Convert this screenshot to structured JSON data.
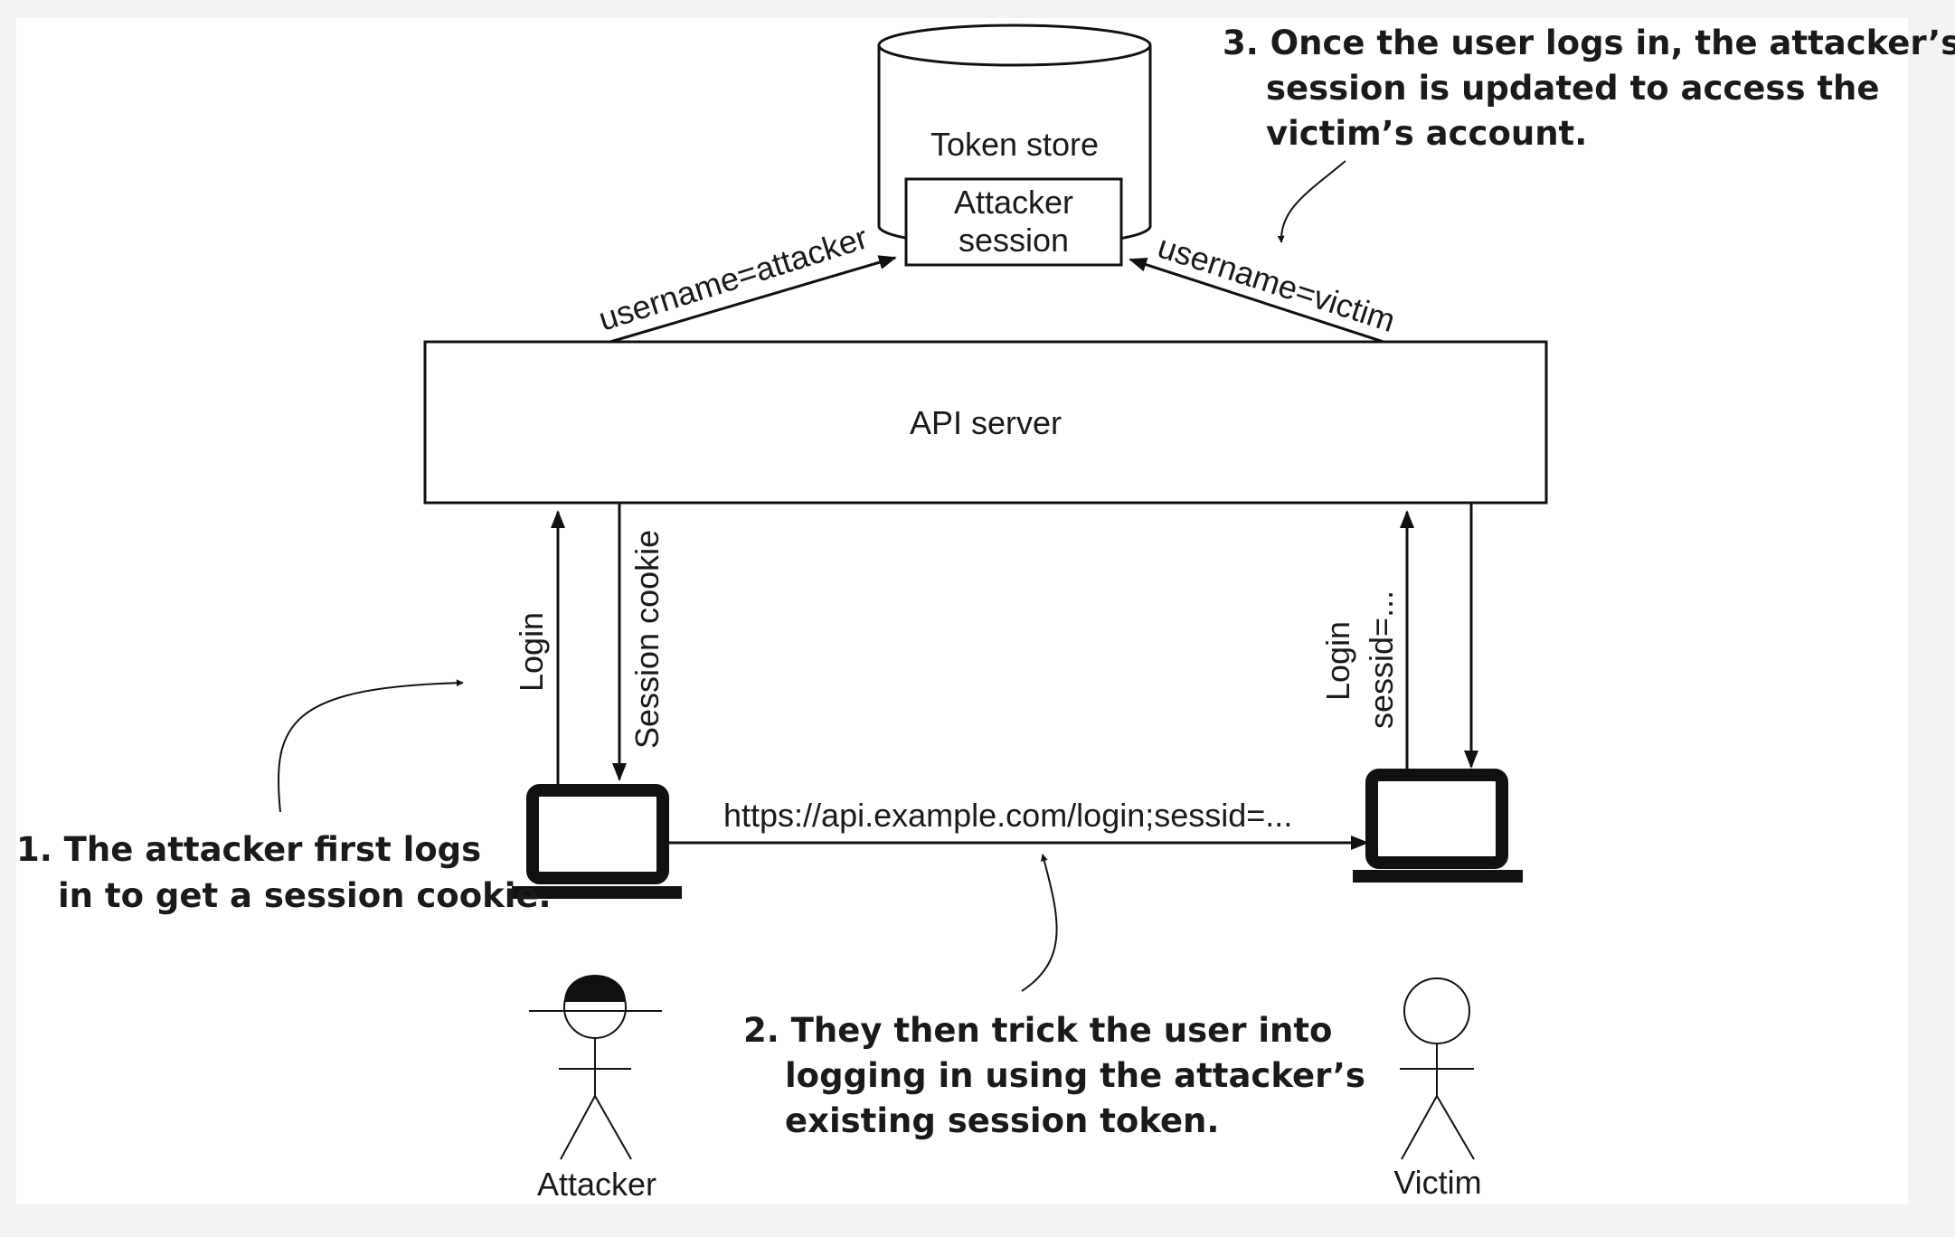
{
  "diagram": {
    "token_store_label": "Token store",
    "attacker_session_line1": "Attacker",
    "attacker_session_line2": "session",
    "api_server_label": "API server",
    "edge_username_attacker": "username=attacker",
    "edge_username_victim": "username=victim",
    "edge_login_attacker": "Login",
    "edge_session_cookie": "Session cookie",
    "edge_login_victim": "Login",
    "edge_sessid_victim": "sessid=...",
    "edge_phishing_url": "https://api.example.com/login;sessid=...",
    "actor_attacker": "Attacker",
    "actor_victim": "Victim"
  },
  "notes": {
    "note1_line1": "1. The attacker first logs",
    "note1_line2": "in to get a session cookie.",
    "note2_line1": "2. They then trick the user into",
    "note2_line2": "logging in using the attacker’s",
    "note2_line3": "existing session token.",
    "note3_line1": "3. Once the user logs in, the attacker’s",
    "note3_line2": "session is updated to access the",
    "note3_line3": "victim’s account."
  },
  "colors": {
    "background": "#f3f3f3",
    "canvas": "#ffffff",
    "ink": "#111111"
  }
}
